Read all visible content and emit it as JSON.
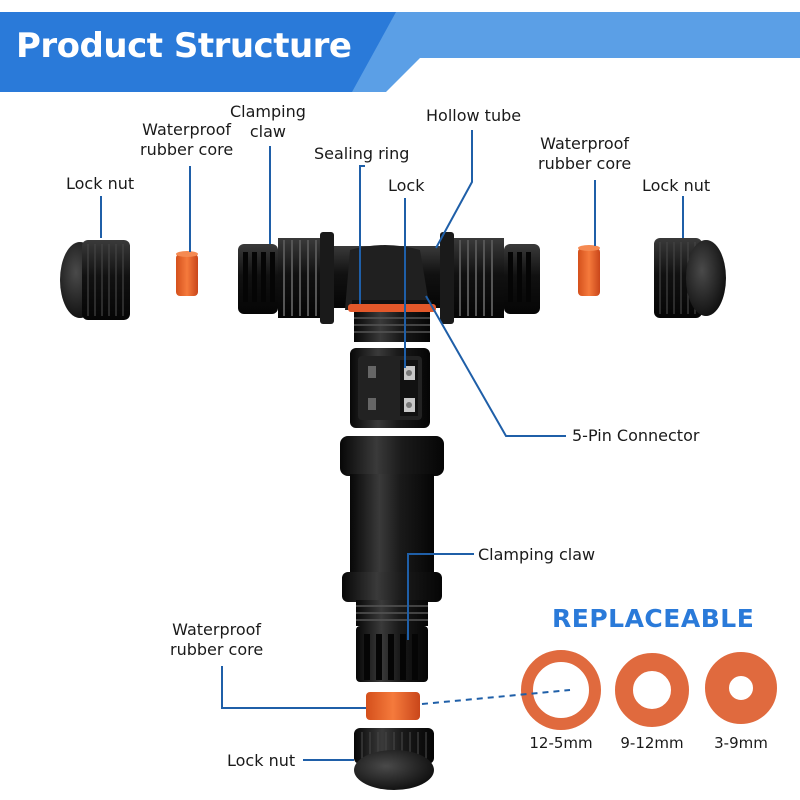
{
  "header": {
    "title": "Product Structure",
    "accent_color": "#2a7ad9",
    "band_color": "#5b9fe6"
  },
  "labels": {
    "lock_nut_left": "Lock nut",
    "waterproof_core_left": "Waterproof\nrubber core",
    "clamping_claw_top": "Clamping\nclaw",
    "sealing_ring": "Sealing ring",
    "lock": "Lock",
    "hollow_tube": "Hollow tube",
    "waterproof_core_right": "Waterproof\nrubber core",
    "lock_nut_right": "Lock nut",
    "five_pin_connector": "5-Pin Connector",
    "clamping_claw_bottom": "Clamping claw",
    "waterproof_core_bottom": "Waterproof\nrubber core",
    "lock_nut_bottom": "Lock nut"
  },
  "replaceable": {
    "heading": "REPLACEABLE",
    "rings": [
      {
        "size": "12-5mm"
      },
      {
        "size": "9-12mm"
      },
      {
        "size": "3-9mm"
      }
    ],
    "ring_color": "#e06a3e"
  },
  "colors": {
    "leader_line": "#1f5fa8",
    "body_black": "#1a1a1a",
    "rubber_orange": "#ef6a2e"
  }
}
